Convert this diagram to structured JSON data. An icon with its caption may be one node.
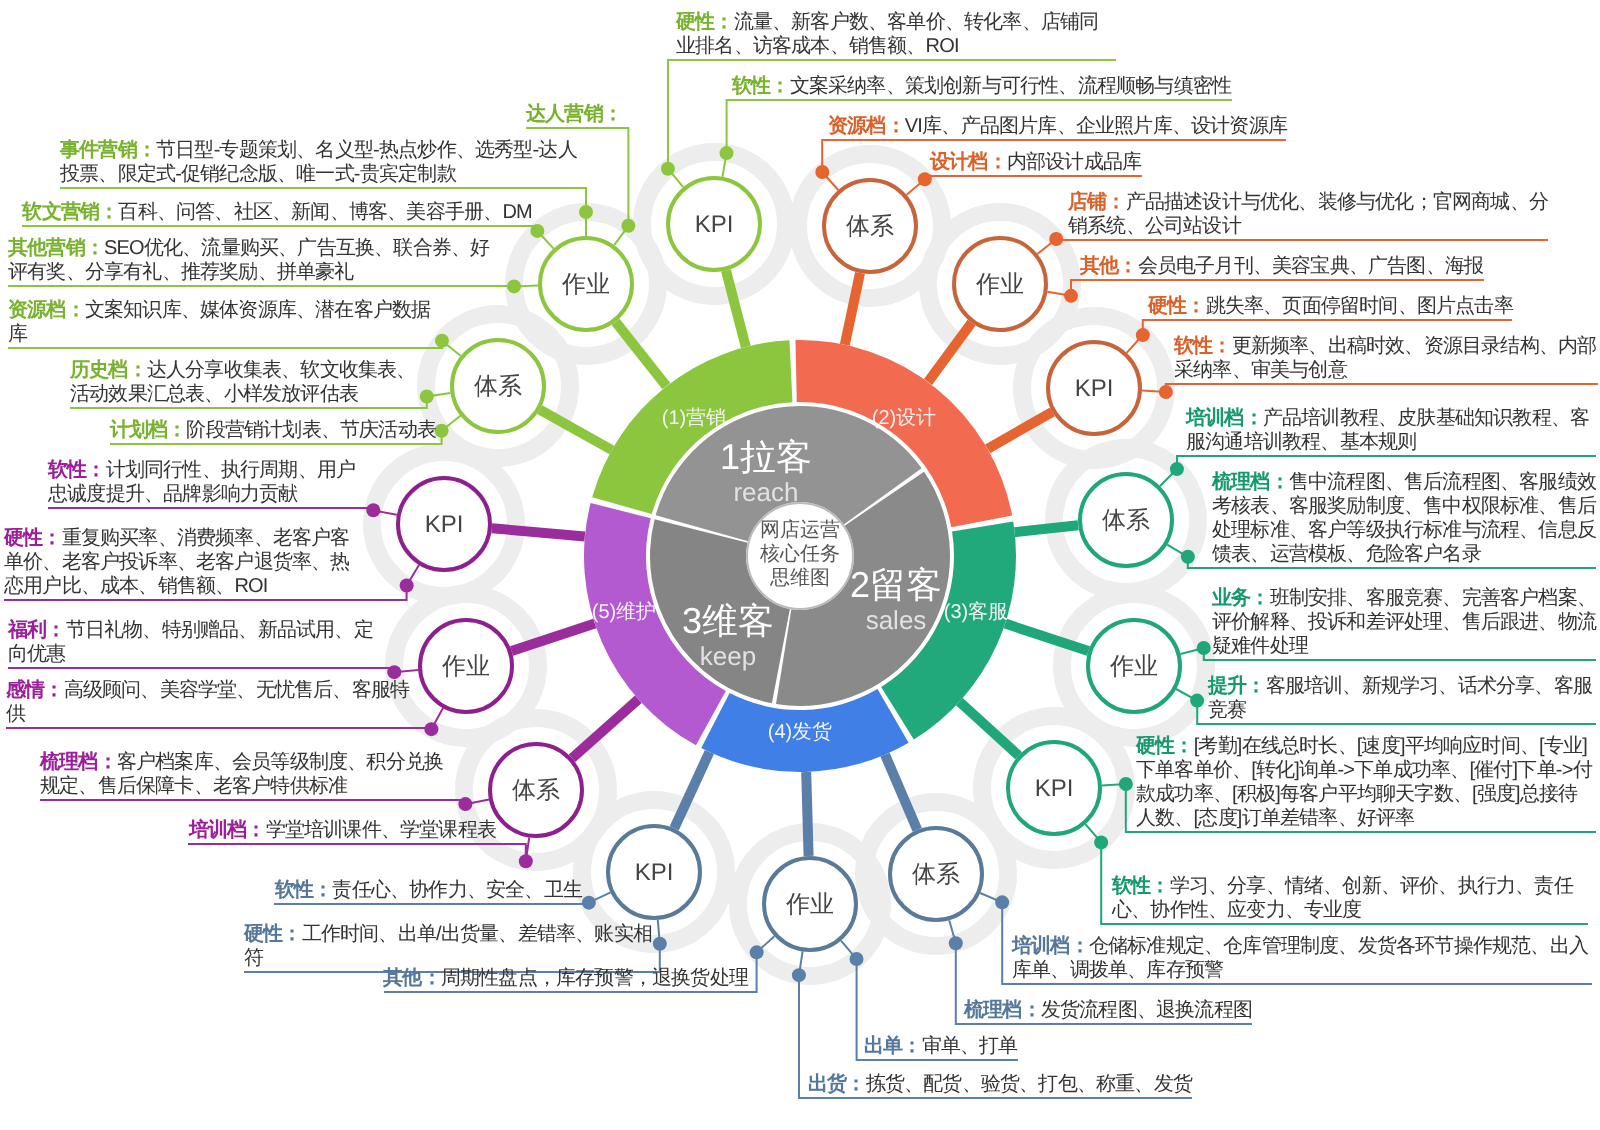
{
  "diagram": {
    "nodes": [
      {
        "text": [
          "网店运营核心任务思维图"
        ]
      },
      {
        "text": [
          "1拉客",
          "reach"
        ]
      },
      {
        "text": [
          "2留客",
          "sales"
        ]
      },
      {
        "text": [
          "3维客",
          "keep"
        ]
      },
      {
        "text": [
          "(1)营销"
        ]
      },
      {
        "text": [
          "(2)设计"
        ]
      },
      {
        "text": [
          "(3)客服"
        ]
      },
      {
        "text": [
          "(4)发货"
        ]
      },
      {
        "text": [
          "(5)维护"
        ]
      },
      {
        "text": [
          "KPI"
        ]
      },
      {
        "text": [
          "作业"
        ]
      },
      {
        "text": [
          "体系"
        ]
      },
      {
        "text": [
          "体系"
        ]
      },
      {
        "text": [
          "作业"
        ]
      },
      {
        "text": [
          "KPI"
        ]
      },
      {
        "text": [
          "体系"
        ]
      },
      {
        "text": [
          "作业"
        ]
      },
      {
        "text": [
          "KPI"
        ]
      },
      {
        "text": [
          "体系"
        ]
      },
      {
        "text": [
          "作业"
        ]
      },
      {
        "text": [
          "KPI"
        ]
      },
      {
        "text": [
          "KPI"
        ]
      },
      {
        "text": [
          "作业"
        ]
      },
      {
        "text": [
          "体系"
        ]
      },
      {
        "text": [
          "硬性：",
          "流量、新客户数、客单价、转化率、店铺同业排名、访客成本、销售额、ROI"
        ]
      },
      {
        "text": [
          "软性：",
          "文案采纳率、策划创新与可行性、流程顺畅与缜密性"
        ]
      },
      {
        "text": [
          "达人营销："
        ]
      },
      {
        "text": [
          "事件营销：",
          "节日型-专题策划、名义型-热点炒作、选秀型-达人投票、限定式-促销纪念版、唯一式-贵宾定制款"
        ]
      },
      {
        "text": [
          "软文营销：",
          "百科、问答、社区、新闻、博客、美容手册、DM"
        ]
      },
      {
        "text": [
          "其他营销：",
          "SEO优化、流量购买、广告互换、联合券、好评有奖、分享有礼、推荐奖励、拼单豪礼"
        ]
      },
      {
        "text": [
          "资源档：",
          "文案知识库、媒体资源库、潜在客户数据库"
        ]
      },
      {
        "text": [
          "历史档：",
          "达人分享收集表、软文收集表、活动效果汇总表、小样发放评估表"
        ]
      },
      {
        "text": [
          "计划档：",
          "阶段营销计划表、节庆活动表"
        ]
      },
      {
        "text": [
          "资源档：",
          "VI库、产品图片库、企业照片库、设计资源库"
        ]
      },
      {
        "text": [
          "设计档：",
          "内部设计成品库"
        ]
      },
      {
        "text": [
          "店铺：",
          "产品描述设计与优化、装修与优化；官网商城、分销系统、公司站设计"
        ]
      },
      {
        "text": [
          "其他：",
          "会员电子月刊、美容宝典、广告图、海报"
        ]
      },
      {
        "text": [
          "硬性：",
          "跳失率、页面停留时间、图片点击率"
        ]
      },
      {
        "text": [
          "软性：",
          "更新频率、出稿时效、资源目录结构、内部采纳率、审美与创意"
        ]
      },
      {
        "text": [
          "培训档：",
          "产品培训教程、皮肤基础知识教程、客服沟通培训教程、基本规则"
        ]
      },
      {
        "text": [
          "梳理档：",
          "售中流程图、售后流程图、客服绩效考核表、客服奖励制度、售中权限标准、售后处理标准、客户等级执行标准与流程、信息反馈表、运营模板、危险客户名录"
        ]
      },
      {
        "text": [
          "业务：",
          "班制安排、客服竞赛、完善客户档案、评价解释、投诉和差评处理、售后跟进、物流疑难件处理"
        ]
      },
      {
        "text": [
          "提升：",
          "客服培训、新规学习、话术分享、客服竞赛"
        ]
      },
      {
        "text": [
          "硬性：",
          "[考勤]在线总时长、[速度]平均响应时间、[专业]下单客单价、[转化]询单->下单成功率、[催付]下单->付款成功率、[积极]每客户平均聊天字数、[强度]总接待人数、[态度]订单差错率、好评率"
        ]
      },
      {
        "text": [
          "软性：",
          "学习、分享、情绪、创新、评价、执行力、责任心、协作性、应变力、专业度"
        ]
      },
      {
        "text": [
          "培训档：",
          "仓储标准规定、仓库管理制度、发货各环节操作规范、出入库单、调拨单、库存预警"
        ]
      },
      {
        "text": [
          "梳理档：",
          "发货流程图、退换流程图"
        ]
      },
      {
        "text": [
          "出单：",
          "审单、打单"
        ]
      },
      {
        "text": [
          "出货：",
          "拣货、配货、验货、打包、称重、发货"
        ]
      },
      {
        "text": [
          "其他：",
          "周期性盘点，库存预警，退换货处理"
        ]
      },
      {
        "text": [
          "软性：",
          "责任心、协作力、安全、卫生"
        ]
      },
      {
        "text": [
          "硬性：",
          "工作时间、出单/出货量、差错率、账实相符"
        ]
      },
      {
        "text": [
          "软性：",
          "计划同行性、执行周期、用户忠诚度提升、品牌影响力贡献"
        ]
      },
      {
        "text": [
          "硬性：",
          "重复购买率、消费频率、老客户客单价、老客户投诉率、老客户退货率、热恋用户比、成本、销售额、ROI"
        ]
      },
      {
        "text": [
          "福利：",
          "节日礼物、特别赠品、新品试用、定向优惠"
        ]
      },
      {
        "text": [
          "感情：",
          "高级顾问、美容学堂、无忧售后、客服特供"
        ]
      },
      {
        "text": [
          "梳理档：",
          "客户档案库、会员等级制度、积分兑换规定、售后保障卡、老客户特供标准"
        ]
      },
      {
        "text": [
          "培训档：",
          "学堂培训课件、学堂课程表"
        ]
      }
    ],
    "edges": [
      {
        "from": 4,
        "to": 9,
        "arrow": "none",
        "style": "thick",
        "color": "#8cc63f"
      },
      {
        "from": 4,
        "to": 10,
        "arrow": "none",
        "style": "thick",
        "color": "#8cc63f"
      },
      {
        "from": 4,
        "to": 11,
        "arrow": "none",
        "style": "thick",
        "color": "#8cc63f"
      },
      {
        "from": 5,
        "to": 12,
        "arrow": "none",
        "style": "thick",
        "color": "#e5642f"
      },
      {
        "from": 5,
        "to": 13,
        "arrow": "none",
        "style": "thick",
        "color": "#e5642f"
      },
      {
        "from": 5,
        "to": 14,
        "arrow": "none",
        "style": "thick",
        "color": "#e5642f"
      },
      {
        "from": 6,
        "to": 15,
        "arrow": "none",
        "style": "thick",
        "color": "#1fa67a"
      },
      {
        "from": 6,
        "to": 16,
        "arrow": "none",
        "style": "thick",
        "color": "#1fa67a"
      },
      {
        "from": 6,
        "to": 17,
        "arrow": "none",
        "style": "thick",
        "color": "#1fa67a"
      },
      {
        "from": 7,
        "to": 18,
        "arrow": "none",
        "style": "thick",
        "color": "#5a7fa8"
      },
      {
        "from": 7,
        "to": 19,
        "arrow": "none",
        "style": "thick",
        "color": "#5a7fa8"
      },
      {
        "from": 7,
        "to": 20,
        "arrow": "none",
        "style": "thick",
        "color": "#5a7fa8"
      },
      {
        "from": 8,
        "to": 21,
        "arrow": "none",
        "style": "thick",
        "color": "#9b2c9b"
      },
      {
        "from": 8,
        "to": 22,
        "arrow": "none",
        "style": "thick",
        "color": "#9b2c9b"
      },
      {
        "from": 8,
        "to": 23,
        "arrow": "none",
        "style": "thick",
        "color": "#9b2c9b"
      },
      {
        "from": 9,
        "to": 24,
        "arrow": "none",
        "color": "#8cc63f"
      },
      {
        "from": 9,
        "to": 25,
        "arrow": "none",
        "color": "#8cc63f"
      },
      {
        "from": 10,
        "to": 26,
        "arrow": "none",
        "color": "#8cc63f"
      },
      {
        "from": 10,
        "to": 27,
        "arrow": "none",
        "color": "#8cc63f"
      },
      {
        "from": 10,
        "to": 28,
        "arrow": "none",
        "color": "#8cc63f"
      },
      {
        "from": 10,
        "to": 29,
        "arrow": "none",
        "color": "#8cc63f"
      },
      {
        "from": 11,
        "to": 30,
        "arrow": "none",
        "color": "#8cc63f"
      },
      {
        "from": 11,
        "to": 31,
        "arrow": "none",
        "color": "#8cc63f"
      },
      {
        "from": 11,
        "to": 32,
        "arrow": "none",
        "color": "#8cc63f"
      },
      {
        "from": 12,
        "to": 33,
        "arrow": "none",
        "color": "#e5642f"
      },
      {
        "from": 12,
        "to": 34,
        "arrow": "none",
        "color": "#e5642f"
      },
      {
        "from": 13,
        "to": 35,
        "arrow": "none",
        "color": "#e5642f"
      },
      {
        "from": 13,
        "to": 36,
        "arrow": "none",
        "color": "#e5642f"
      },
      {
        "from": 14,
        "to": 37,
        "arrow": "none",
        "color": "#e5642f"
      },
      {
        "from": 14,
        "to": 38,
        "arrow": "none",
        "color": "#e5642f"
      },
      {
        "from": 15,
        "to": 39,
        "arrow": "none",
        "color": "#1fa67a"
      },
      {
        "from": 15,
        "to": 40,
        "arrow": "none",
        "color": "#1fa67a"
      },
      {
        "from": 16,
        "to": 41,
        "arrow": "none",
        "color": "#1fa67a"
      },
      {
        "from": 16,
        "to": 42,
        "arrow": "none",
        "color": "#1fa67a"
      },
      {
        "from": 17,
        "to": 43,
        "arrow": "none",
        "color": "#1fa67a"
      },
      {
        "from": 17,
        "to": 44,
        "arrow": "none",
        "color": "#1fa67a"
      },
      {
        "from": 18,
        "to": 45,
        "arrow": "none",
        "color": "#5a7fa8"
      },
      {
        "from": 18,
        "to": 46,
        "arrow": "none",
        "color": "#5a7fa8"
      },
      {
        "from": 19,
        "to": 47,
        "arrow": "none",
        "color": "#5a7fa8"
      },
      {
        "from": 19,
        "to": 48,
        "arrow": "none",
        "color": "#5a7fa8"
      },
      {
        "from": 19,
        "to": 49,
        "arrow": "none",
        "color": "#5a7fa8"
      },
      {
        "from": 20,
        "to": 50,
        "arrow": "none",
        "color": "#5a7fa8"
      },
      {
        "from": 20,
        "to": 51,
        "arrow": "none",
        "color": "#5a7fa8"
      },
      {
        "from": 21,
        "to": 52,
        "arrow": "none",
        "color": "#9b2c9b"
      },
      {
        "from": 21,
        "to": 53,
        "arrow": "none",
        "color": "#9b2c9b"
      },
      {
        "from": 22,
        "to": 54,
        "arrow": "none",
        "color": "#9b2c9b"
      },
      {
        "from": 22,
        "to": 55,
        "arrow": "none",
        "color": "#9b2c9b"
      },
      {
        "from": 23,
        "to": 56,
        "arrow": "none",
        "color": "#9b2c9b"
      },
      {
        "from": 23,
        "to": 57,
        "arrow": "none",
        "color": "#9b2c9b"
      }
    ]
  }
}
